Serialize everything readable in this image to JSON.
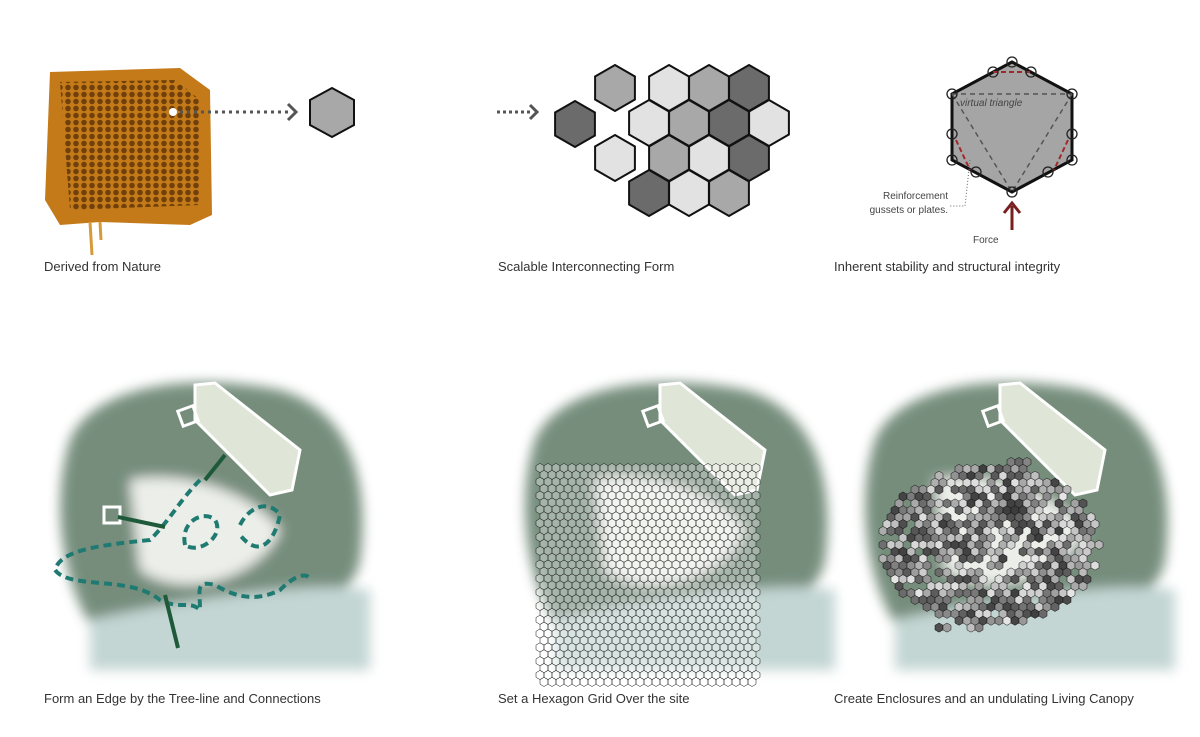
{
  "captions": {
    "nature": "Derived from Nature",
    "scalable": "Scalable Interconnecting Form",
    "stability": "Inherent stability and structural integrity",
    "edge": "Form an Edge by the Tree-line and Connections",
    "grid": "Set a Hexagon Grid Over the site",
    "enclosures": "Create Enclosures and an undulating Living Canopy"
  },
  "diagram_labels": {
    "virtual_triangle": "virtual triangle",
    "reinforcement": "Reinforcement",
    "reinforcement2": "gussets or plates.",
    "force": "Force"
  },
  "colors": {
    "dark": "#6b6b6b",
    "mid": "#a8a8a8",
    "light": "#e2e2e2",
    "force": "#7a1f1f",
    "teal": "#1f7a72",
    "arrow_green": "#1e5a3a"
  }
}
